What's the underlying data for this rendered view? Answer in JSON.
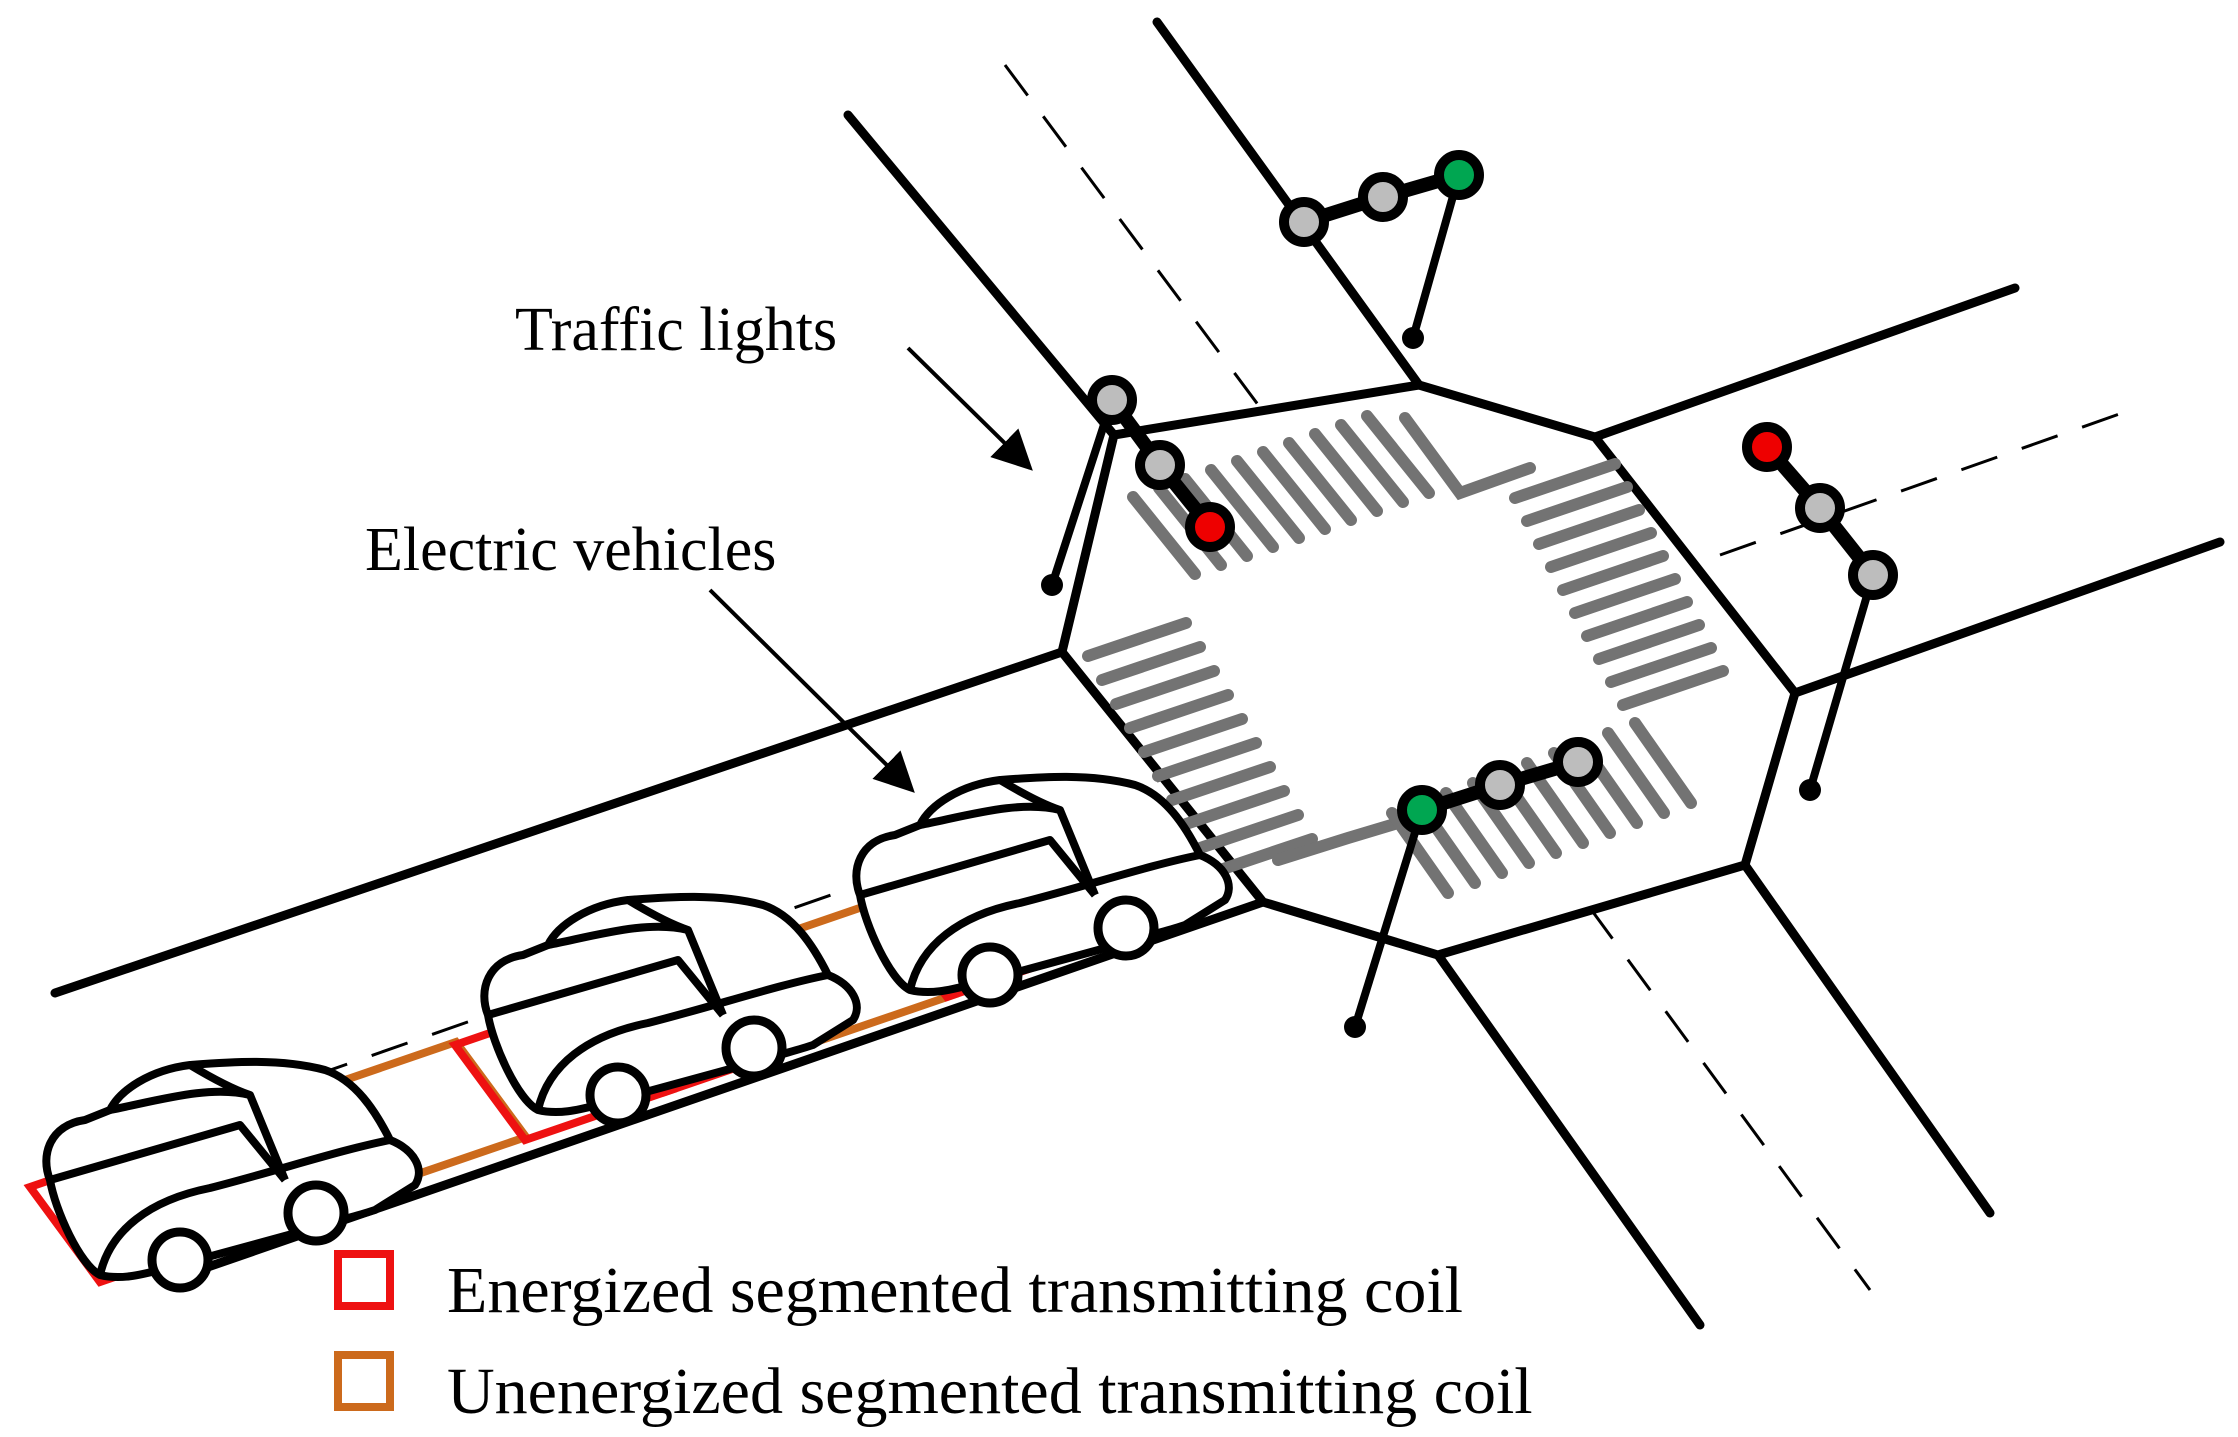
{
  "labels": {
    "traffic_lights": "Traffic lights",
    "electric_vehicles": "Electric vehicles"
  },
  "legend": [
    {
      "text": "Energized segmented transmitting coil",
      "color": "#ee1111"
    },
    {
      "text": "Unenergized segmented transmitting coil",
      "color": "#cc6a1c"
    }
  ],
  "colors": {
    "line": "#000000",
    "crosswalk": "#737373",
    "light_off": "#bdbdbd",
    "light_red": "#ee0000",
    "light_green": "#00a651",
    "energized_coil": "#ee1111",
    "unenergized_coil": "#cc6a1c"
  },
  "traffic_lights": [
    {
      "id": "north",
      "active": "green"
    },
    {
      "id": "west",
      "active": "red"
    },
    {
      "id": "east",
      "active": "red"
    },
    {
      "id": "south",
      "active": "green"
    }
  ],
  "vehicles": [
    {
      "id": "ev-1"
    },
    {
      "id": "ev-2"
    },
    {
      "id": "ev-3"
    }
  ]
}
